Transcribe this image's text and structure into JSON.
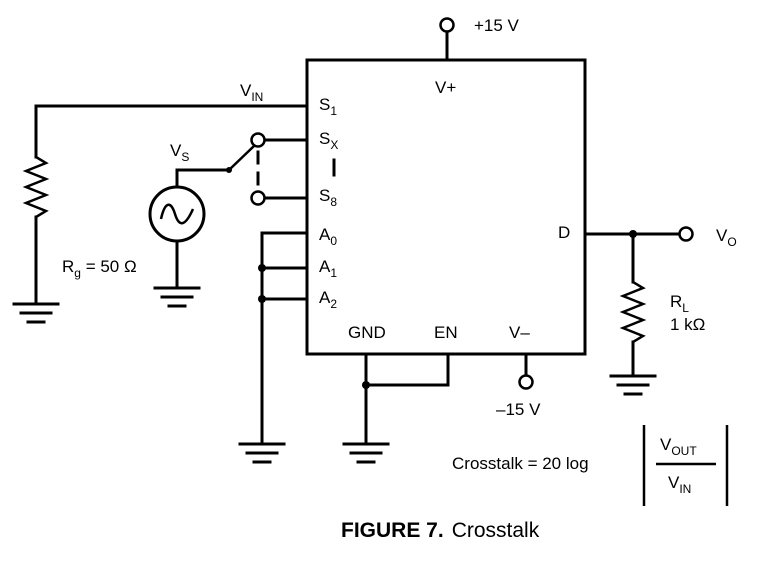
{
  "supply_pos": "+15 V",
  "supply_neg": "–15 V",
  "pins": {
    "vplus": "V+",
    "s1": "S",
    "s1_sub": "1",
    "sx": "S",
    "sx_sub": "X",
    "s8": "S",
    "s8_sub": "8",
    "a0": "A",
    "a0_sub": "0",
    "a1": "A",
    "a1_sub": "1",
    "a2": "A",
    "a2_sub": "2",
    "d": "D",
    "gnd": "GND",
    "en": "EN",
    "vminus": "V–"
  },
  "labels": {
    "vin": "V",
    "vin_sub": "IN",
    "vs": "V",
    "vs_sub": "S",
    "rg": "R",
    "rg_sub": "g",
    "rg_value": " = 50 Ω",
    "vo": "V",
    "vo_sub": "O",
    "rl": "R",
    "rl_sub": "L",
    "rl_value": "1 kΩ"
  },
  "formula": {
    "lhs": "Crosstalk = 20 log",
    "num": "V",
    "num_sub": "OUT",
    "den": "V",
    "den_sub": "IN"
  },
  "caption": {
    "figure": "FIGURE  7.",
    "title": "Crosstalk"
  }
}
